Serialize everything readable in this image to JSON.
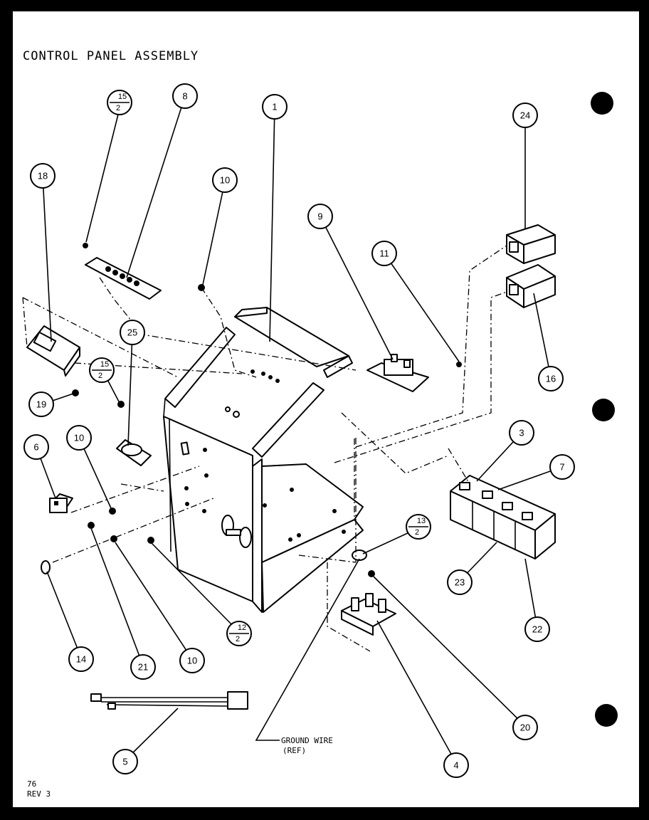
{
  "title": "CONTROL PANEL ASSEMBLY",
  "page_number": "76",
  "revision": "REV 3",
  "ground_wire_label": "GROUND WIRE",
  "ground_wire_ref": "(REF)",
  "callouts": [
    {
      "id": "c1",
      "label": "1"
    },
    {
      "id": "c3",
      "label": "3"
    },
    {
      "id": "c4",
      "label": "4"
    },
    {
      "id": "c5",
      "label": "5"
    },
    {
      "id": "c6",
      "label": "6"
    },
    {
      "id": "c7",
      "label": "7"
    },
    {
      "id": "c8",
      "label": "8"
    },
    {
      "id": "c9",
      "label": "9"
    },
    {
      "id": "c10a",
      "label": "10"
    },
    {
      "id": "c10b",
      "label": "10"
    },
    {
      "id": "c10c",
      "label": "10"
    },
    {
      "id": "c11",
      "label": "11"
    },
    {
      "id": "c14",
      "label": "14"
    },
    {
      "id": "c16",
      "label": "16"
    },
    {
      "id": "c18",
      "label": "18"
    },
    {
      "id": "c19",
      "label": "19"
    },
    {
      "id": "c20",
      "label": "20"
    },
    {
      "id": "c21",
      "label": "21"
    },
    {
      "id": "c22",
      "label": "22"
    },
    {
      "id": "c23",
      "label": "23"
    },
    {
      "id": "c24",
      "label": "24"
    },
    {
      "id": "c25",
      "label": "25"
    }
  ],
  "fraction_callouts": [
    {
      "id": "f15a",
      "top": "15",
      "bottom": "2"
    },
    {
      "id": "f15b",
      "top": "15",
      "bottom": "2"
    },
    {
      "id": "f13",
      "top": "13",
      "bottom": "2"
    },
    {
      "id": "f12",
      "top": "12",
      "bottom": "2"
    }
  ]
}
